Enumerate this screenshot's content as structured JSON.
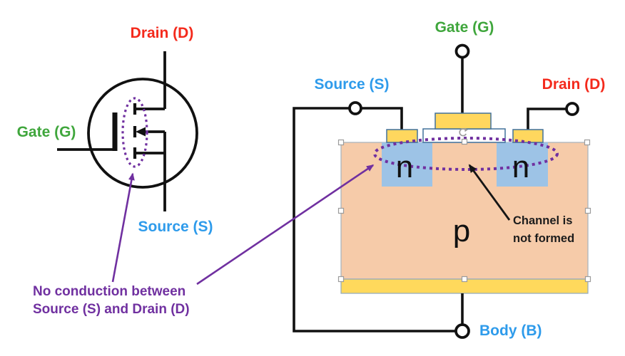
{
  "colors": {
    "red": "#F42A1C",
    "green": "#3FA63C",
    "blue": "#2E9BEB",
    "purple": "#7030A0",
    "wire_black": "#111111",
    "substrate_fill": "#F6CBA9",
    "n_region_fill": "#9DC3E6",
    "contact_yellow": "#FFD75E",
    "contact_border": "#41719C"
  },
  "symbol": {
    "drain_label": "Drain (D)",
    "gate_label": "Gate (G)",
    "source_label": "Source (S)"
  },
  "cross_section": {
    "gate_label": "Gate (G)",
    "source_label": "Source (S)",
    "drain_label": "Drain (D)",
    "body_label": "Body (B)",
    "n_left_label": "n",
    "n_right_label": "n",
    "p_label": "p",
    "channel_note_line1": "Channel is",
    "channel_note_line2": "not formed"
  },
  "annotations": {
    "no_conduction_line1": "No conduction between",
    "no_conduction_line2": "Source (S) and Drain (D)"
  }
}
